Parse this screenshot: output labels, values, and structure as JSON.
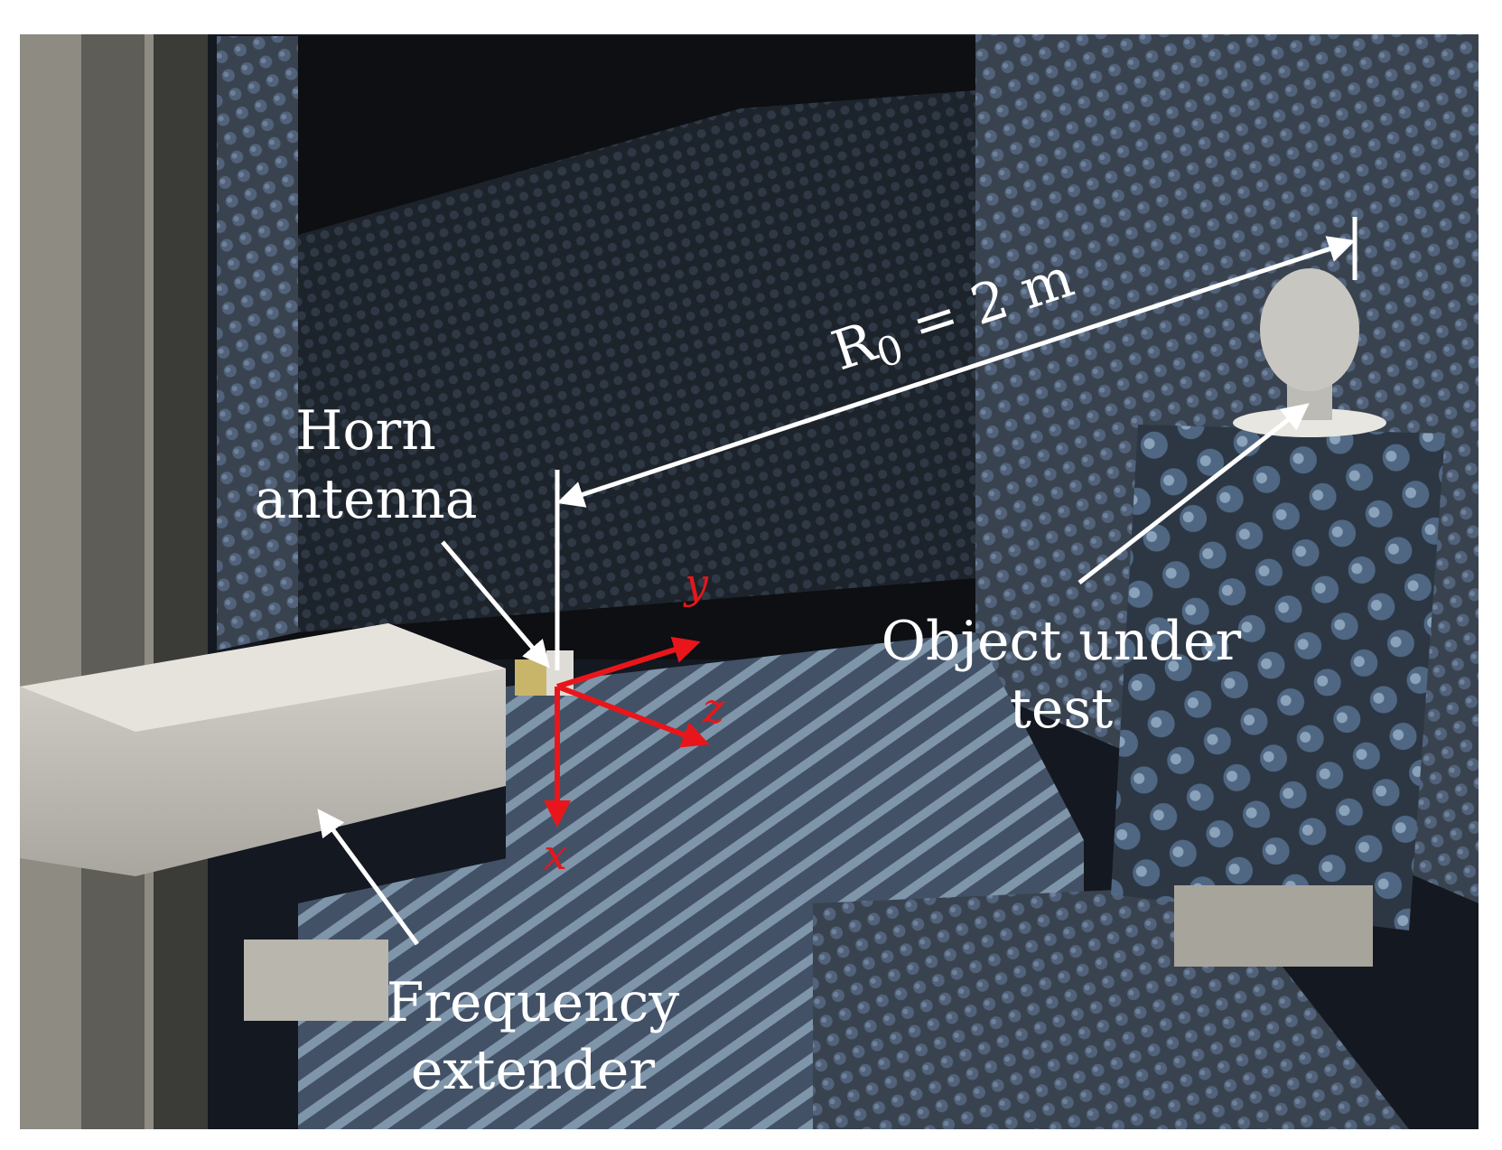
{
  "labels": {
    "horn_line1": "Horn",
    "horn_line2": "antenna",
    "distance_r": "R",
    "distance_sub": "0",
    "distance_rest": " = 2 m",
    "object_line1": "Object under",
    "object_line2": "test",
    "extender_line1": "Frequency",
    "extender_line2": "extender",
    "axis_x": "x",
    "axis_y": "y",
    "axis_z": "z"
  },
  "colors": {
    "annotation": "#ffffff",
    "axes": "#e8161b",
    "absorber": "#3d4a5c",
    "absorber_light": "#7f95aa",
    "chamber_dark": "#0d0f12"
  }
}
